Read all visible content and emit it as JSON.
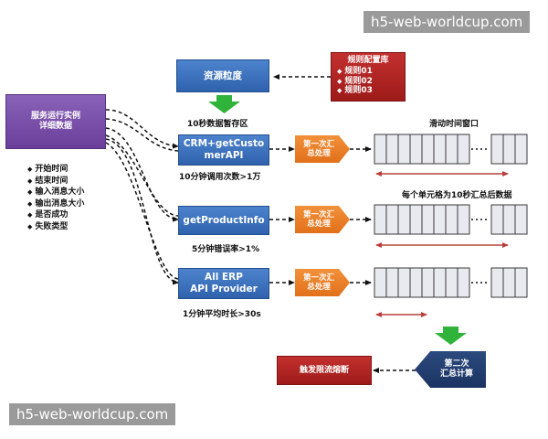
{
  "watermark": "h5-web-worldcup.com",
  "source_box": {
    "line1": "服务运行实例",
    "line2": "详细数据"
  },
  "attributes": [
    "开始时间",
    "结束时间",
    "输入消息大小",
    "输出消息大小",
    "是否成功",
    "失败类型"
  ],
  "resource_granularity": "资源粒度",
  "rule_library": {
    "title": "规则配置库",
    "items": [
      "规则01",
      "规则02",
      "规则03"
    ]
  },
  "buffer_label": "10秒数据暂存区",
  "sliding_window_label": "滑动时间窗口",
  "cell_aggregation_note": "每个单元格为10秒汇总后数据",
  "services": [
    {
      "name_line1": "CRM+getCusto",
      "name_line2": "merAPI",
      "rule": "10分钟调用次数>1万"
    },
    {
      "name_line1": "getProductInfo",
      "name_line2": "",
      "rule": "5分钟错误率>1%"
    },
    {
      "name_line1": "All ERP",
      "name_line2": "API Provider",
      "rule": "1分钟平均时长>30s"
    }
  ],
  "first_aggregation": {
    "line1": "第一次汇",
    "line2": "总处理"
  },
  "second_aggregation": {
    "line1": "第二次",
    "line2": "汇总计算"
  },
  "trigger": "触发限流熔断",
  "colors": {
    "blue": "#3b6fbf",
    "purple": "#7a4fa8",
    "red": "#b02624",
    "orange": "#ec8427",
    "navy": "#223d6e",
    "green_arrow": "#2fb33a",
    "window_cell": "#e9eaf0",
    "window_arrow": "#c0504d"
  }
}
